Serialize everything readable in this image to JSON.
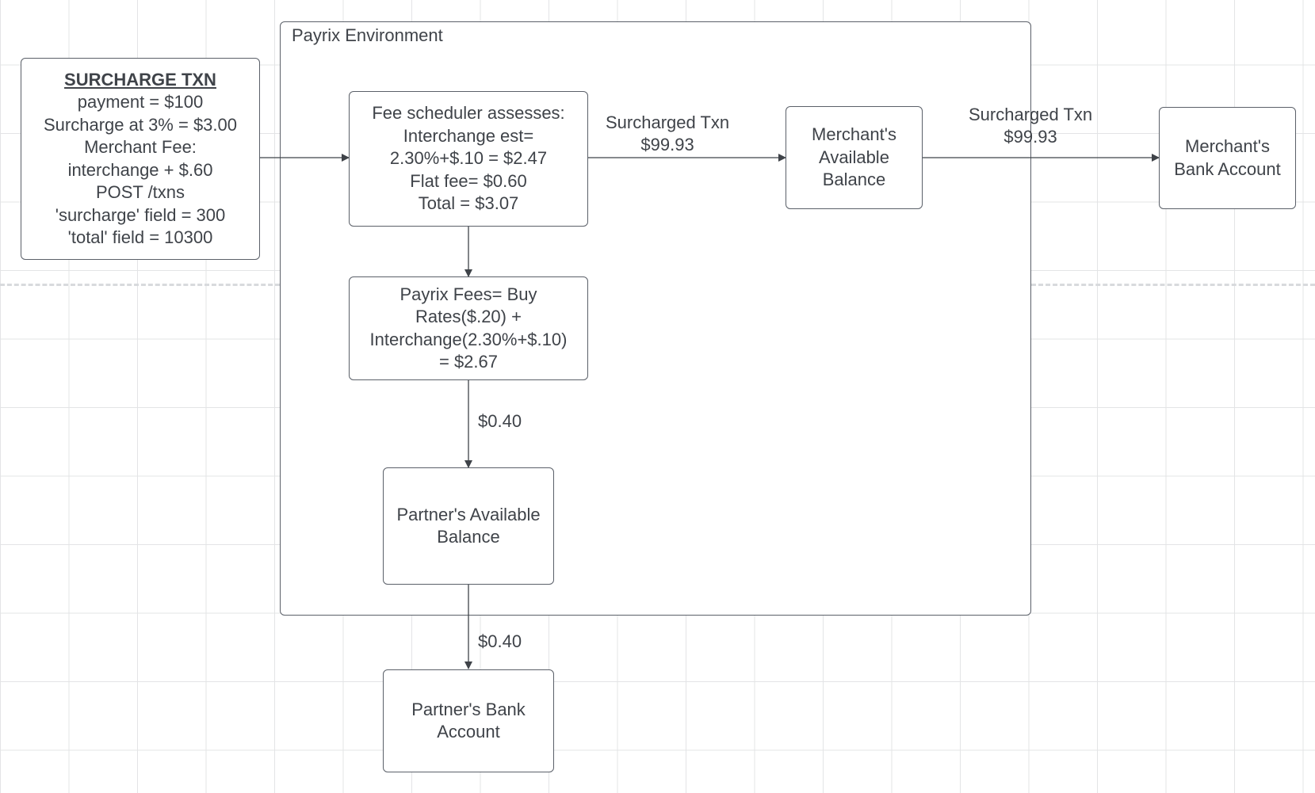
{
  "environment": {
    "label": "Payrix Environment"
  },
  "nodes": {
    "surcharge_txn": {
      "title": "SURCHARGE TXN",
      "lines": [
        "payment = $100",
        "Surcharge at 3% = $3.00",
        "Merchant Fee:",
        "interchange + $.60",
        "POST /txns",
        "'surcharge' field = 300",
        "'total' field = 10300"
      ]
    },
    "fee_scheduler": {
      "lines": [
        "Fee scheduler assesses:",
        "Interchange est=",
        "2.30%+$.10 = $2.47",
        "Flat fee= $0.60",
        "Total = $3.07"
      ]
    },
    "payrix_fees": {
      "lines": [
        "Payrix Fees= Buy",
        "Rates($.20) +",
        "Interchange(2.30%+$.10)",
        "= $2.67"
      ]
    },
    "partner_available_balance": {
      "lines": [
        "Partner's Available",
        "Balance"
      ]
    },
    "partner_bank_account": {
      "lines": [
        "Partner's Bank",
        "Account"
      ]
    },
    "merchant_available_balance": {
      "lines": [
        "Merchant's",
        "Available",
        "Balance"
      ]
    },
    "merchant_bank_account": {
      "lines": [
        "Merchant's",
        "Bank Account"
      ]
    }
  },
  "edges": {
    "scheduler_to_merchant_balance": [
      "Surcharged Txn",
      "$99.93"
    ],
    "merchant_balance_to_bank": [
      "Surcharged Txn",
      "$99.93"
    ],
    "payrix_fees_to_partner_balance": "$0.40",
    "partner_balance_to_bank": "$0.40"
  },
  "colors": {
    "stroke": "#5b6069",
    "text": "#3f4349",
    "grid": "#e3e4e6",
    "dashed_divider": "#d8dadd"
  }
}
